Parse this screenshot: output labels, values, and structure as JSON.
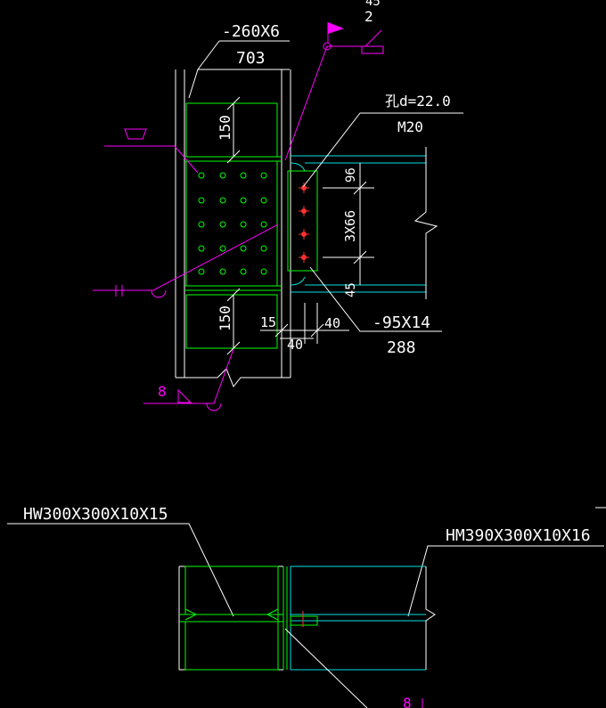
{
  "colors": {
    "background": "#000000",
    "outline": "#ffffff",
    "plate": "#00ff00",
    "beam": "#00e0e0",
    "annotation": "#ff00ff",
    "bolt": "#ff3030",
    "text": "#ffffff"
  },
  "upper_detail": {
    "plate_spec": "-260X6",
    "plate_length": "703",
    "weld_size_top": "45",
    "weld_size_top_2": "2",
    "hole_spec": "孔d=22.0",
    "bolt_spec": "M20",
    "dim_top_stiffener": "150",
    "dim_bottom_stiffener": "150",
    "dim_edge_96": "96",
    "dim_pitch": "3X66",
    "dim_edge_45": "45",
    "dim_15": "15",
    "dim_40_right": "40",
    "dim_40_left": "40",
    "endplate_spec": "-95X14",
    "endplate_length": "288",
    "weld_size_left": "8"
  },
  "lower_detail": {
    "column_section": "HW300X300X10X15",
    "beam_section": "HM390X300X10X16",
    "weld_size": "8"
  }
}
